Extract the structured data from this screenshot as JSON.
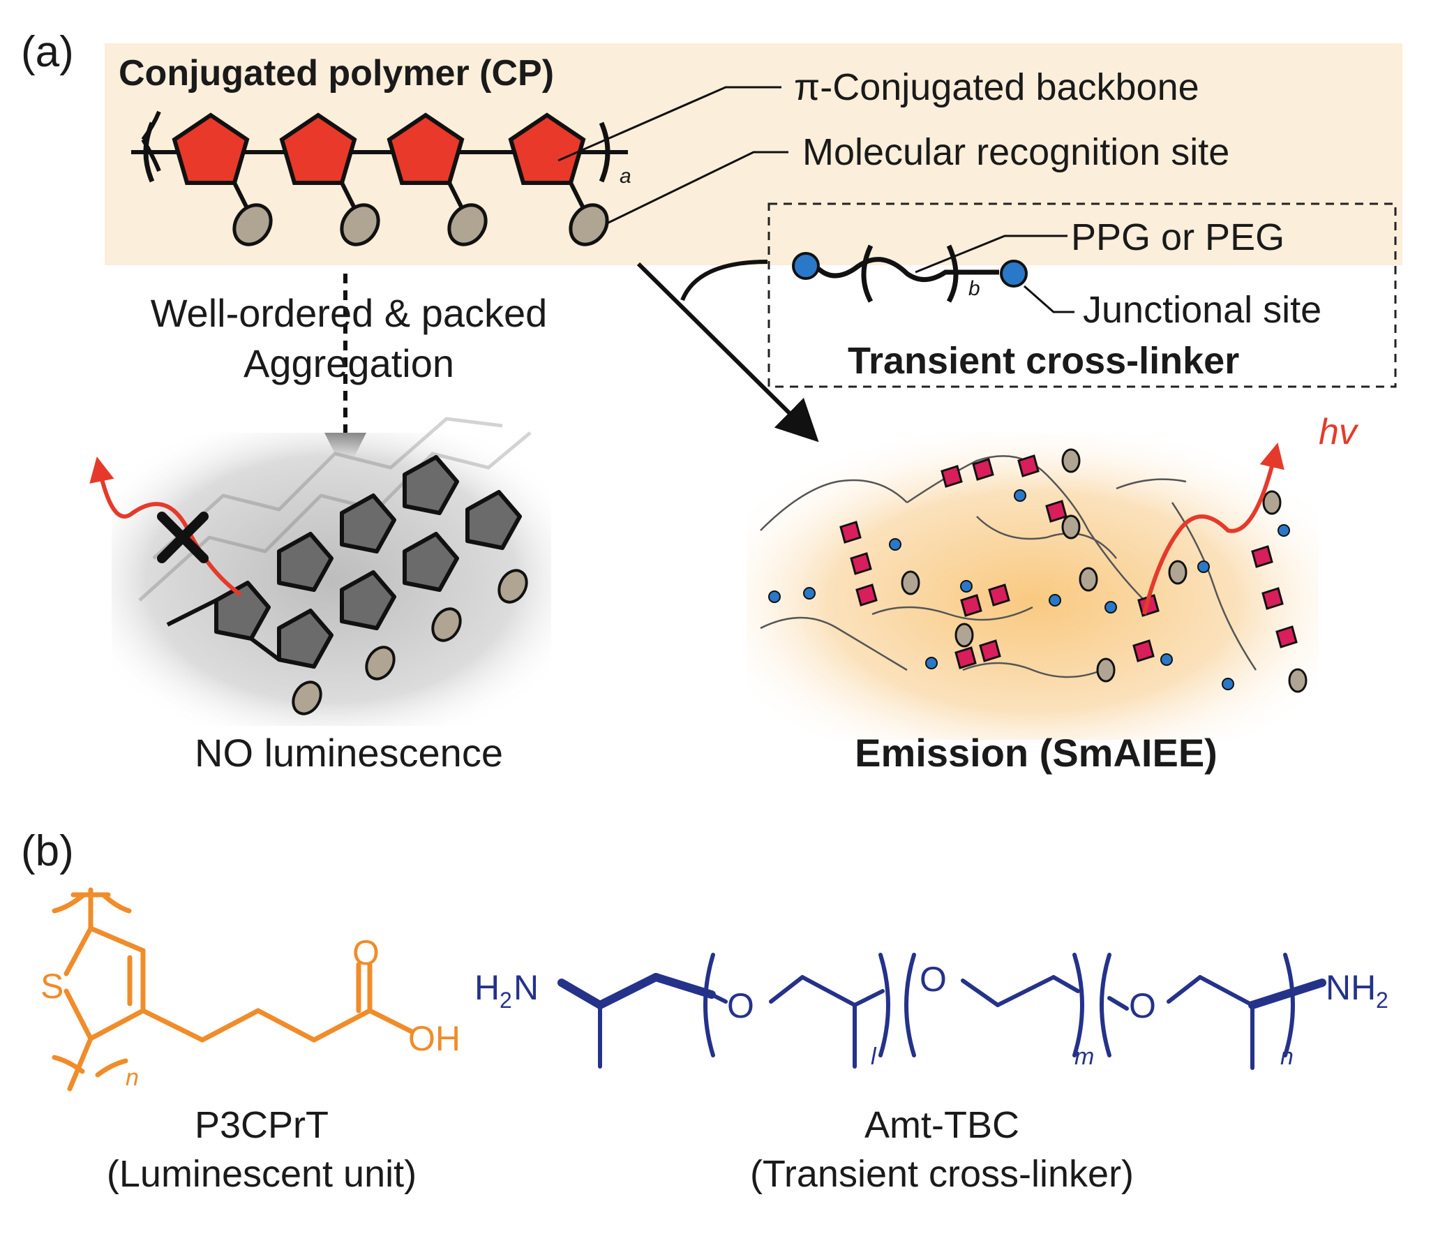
{
  "panel_a": {
    "label": "(a)",
    "cp_title": "Conjugated polymer (CP)",
    "repeat_subscript": "a",
    "pi_backbone": "π-Conjugated backbone",
    "recognition_site": "Molecular recognition site",
    "crosslinker": {
      "ppg_peg": "PPG or PEG",
      "repeat_subscript": "b",
      "junctional": "Junctional site",
      "title": "Transient cross-linker"
    },
    "aggregation_line1": "Well-ordered & packed",
    "aggregation_line2": "Aggregation",
    "no_luminescence": "NO luminescence",
    "hv": "hv",
    "emission": "Emission (SmAIEE)"
  },
  "panel_b": {
    "label": "(b)",
    "p3cprt": {
      "S": "S",
      "O": "O",
      "OH": "OH",
      "n": "n",
      "name": "P3CPrT",
      "desc": "(Luminescent unit)"
    },
    "amt": {
      "H2N_H": "H",
      "H2N_2": "2",
      "H2N_N": "N",
      "NH2_NH": "NH",
      "NH2_2": "2",
      "O": "O",
      "l": "l",
      "m": "m",
      "n": "n",
      "name": "Amt-TBC",
      "desc": "(Transient cross-linker)"
    }
  },
  "colors": {
    "cp_band": "#fbeedb",
    "pentagon_red": "#e8392a",
    "site_tan": "#b0a592",
    "junction_blue": "#2a78c8",
    "emission_red": "#e53a2b",
    "ring_magenta": "#d81e5b",
    "aggregate_gray": "#6b6b6b",
    "p3cprt_orange": "#f08c2a",
    "amt_navy": "#25328a"
  }
}
